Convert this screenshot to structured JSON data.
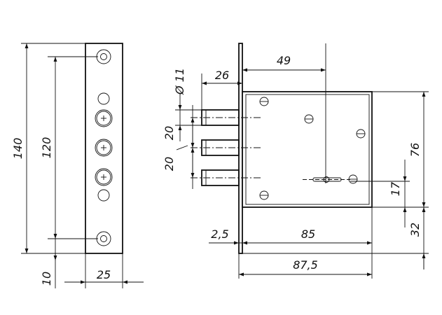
{
  "diagram": {
    "dimensions": {
      "total_height": "140",
      "bolt_spacing": "120",
      "bottom_offset": "10",
      "faceplate_width": "25",
      "bolt_diameter": "Ø 11",
      "bolt_protrusion": "26",
      "bolt_gap_upper": "20",
      "bolt_gap_lower": "20",
      "backset": "49",
      "body_height": "76",
      "keyhole_offset": "17",
      "bottom_to_keyhole": "32",
      "plate_thickness": "2,5",
      "body_depth": "85",
      "overall_depth": "87,5"
    }
  }
}
